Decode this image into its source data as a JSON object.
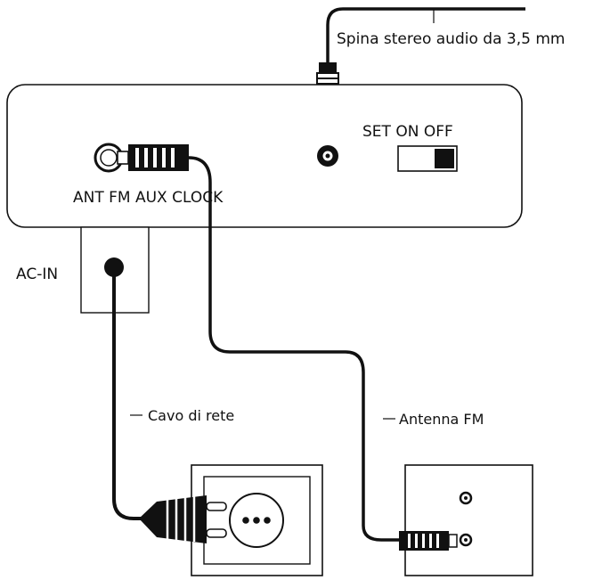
{
  "labels": {
    "stereo_plug": "Spina stereo audio da 3,5 mm",
    "switch": "SET ON OFF",
    "panel_jacks": "ANT FM AUX CLOCK",
    "ac_in": "AC-IN",
    "mains_cable": "Cavo di rete",
    "fm_antenna": "Antenna FM"
  },
  "switch": {
    "position": "OFF"
  },
  "colors": {
    "line": "#111111",
    "background": "#ffffff"
  }
}
